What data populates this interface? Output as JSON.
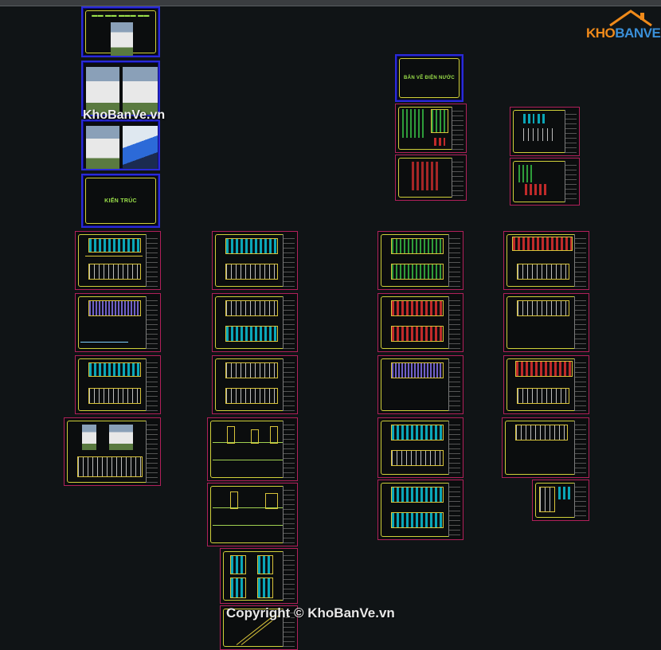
{
  "top_sheets": {
    "kien_truc": "KIẾN TRÚC",
    "ban_ve_dien_nuoc": "BẢN VẼ ĐIỆN NƯỚC"
  },
  "watermarks": {
    "center": "KhoBanVe.vn",
    "footer": "Copyright © KhoBanVe.vn"
  },
  "logo": {
    "part1": "KHO",
    "part2": "BANVE"
  },
  "colors": {
    "background": "#101416",
    "sheet_border": "#b0205a",
    "frame": "#cfcf3a",
    "cyan": "#0aa6b8",
    "label": "#9be04a",
    "logo_orange": "#f08a1a",
    "logo_blue": "#3a8fd8"
  }
}
